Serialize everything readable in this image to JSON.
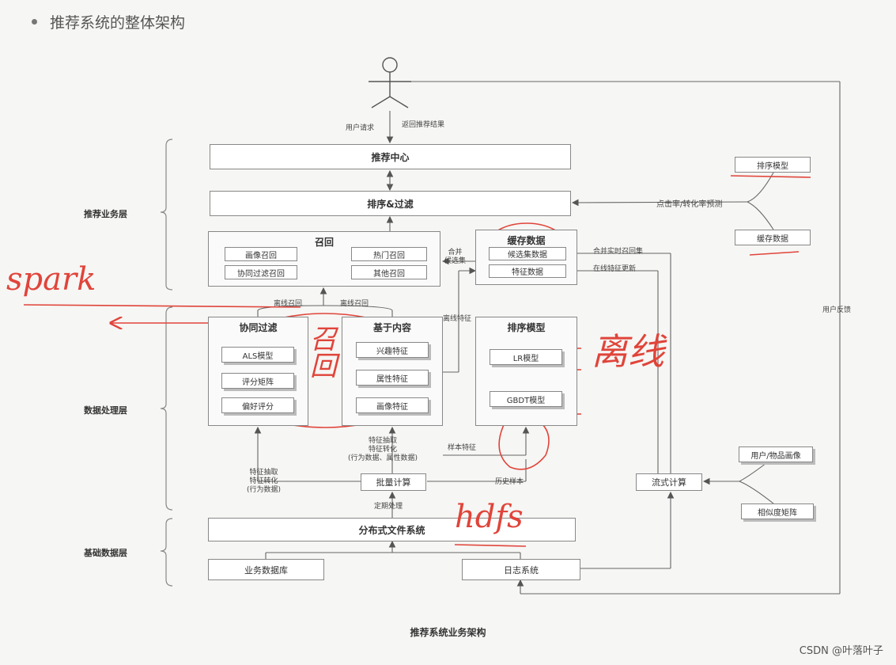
{
  "heading": "推荐系统的整体架构",
  "caption": "推荐系统业务架构",
  "credit": "CSDN @叶落叶子",
  "layers": {
    "business": "推荐业务层",
    "processing": "数据处理层",
    "foundation": "基础数据层"
  },
  "boxes": {
    "rec_center": "推荐中心",
    "rank_filter": "排序&过滤",
    "recall": "召回",
    "recall_items": [
      "画像召回",
      "热门召回",
      "协同过滤召回",
      "其他召回"
    ],
    "cache": "缓存数据",
    "cache_items": [
      "候选集数据",
      "特征数据"
    ],
    "cf": "协同过滤",
    "cf_items": [
      "ALS模型",
      "评分矩阵",
      "偏好评分"
    ],
    "content": "基于内容",
    "content_items": [
      "兴趣特征",
      "属性特征",
      "画像特征"
    ],
    "rank_model": "排序模型",
    "rank_items": [
      "LR模型",
      "GBDT模型"
    ],
    "batch": "批量计算",
    "stream": "流式计算",
    "hdfs": "分布式文件系统",
    "db": "业务数据库",
    "log": "日志系统",
    "side_rank_model": "排序模型",
    "side_cache": "缓存数据",
    "user_item_profile": "用户/物品画像",
    "similarity_matrix": "相似度矩阵"
  },
  "labels": {
    "user_request": "用户请求",
    "return_result": "返回推荐结果",
    "ctr_predict": "点击率/转化率预测",
    "merge": "合并",
    "candidate": "候选集",
    "merge_realtime": "合并实时召回集",
    "online_feature_update": "在线特征更新",
    "offline_recall_1": "离线召回",
    "offline_recall_2": "离线召回",
    "offline_feature": "离线特征",
    "sample_feature": "样本特征",
    "history_sample": "历史样本",
    "feat_extract_left": "特征抽取",
    "feat_transform_left": "特征转化",
    "behavior_left": "(行为数据)",
    "feat_extract_mid": "特征抽取",
    "feat_transform_mid": "特征转化",
    "behavior_mid": "(行为数据、属性数据)",
    "scheduled": "定期处理",
    "user_feedback": "用户反馈"
  },
  "handwriting": {
    "spark": "spark",
    "hdfs": "hdfs",
    "recall_note": "召回",
    "offline_note": "离线"
  }
}
